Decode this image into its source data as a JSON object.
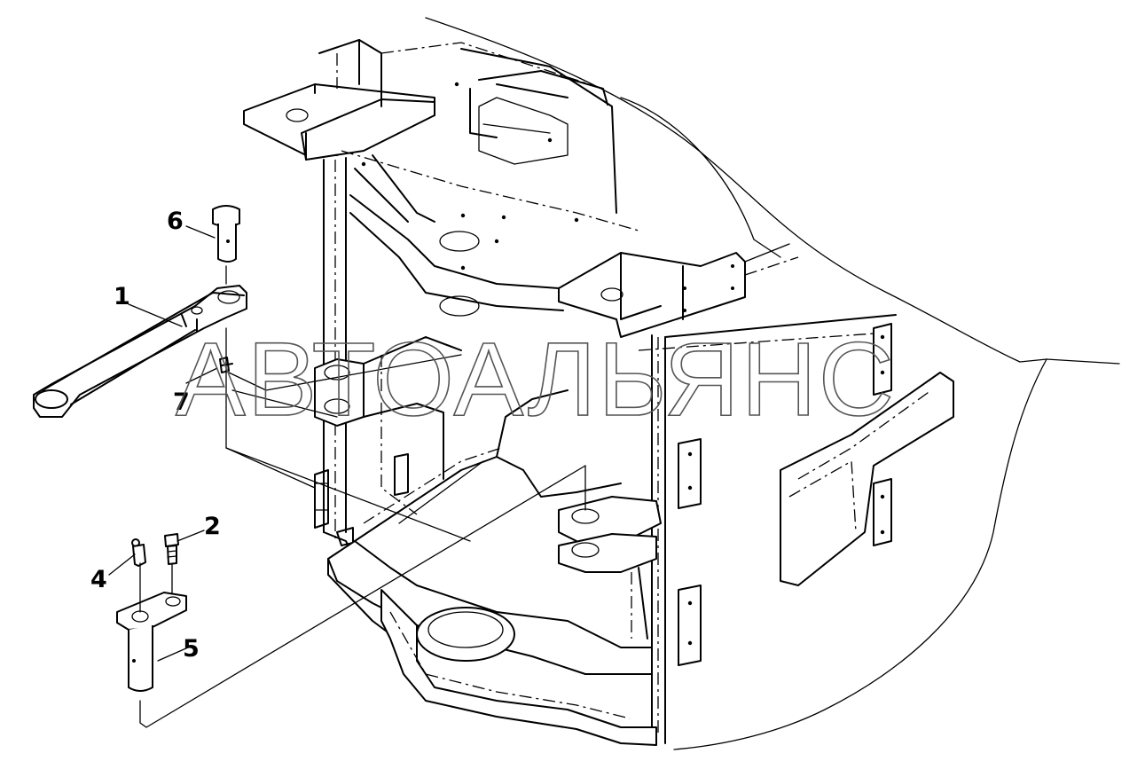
{
  "diagram": {
    "watermark": "АВТОАЛЬЯНС",
    "callouts": [
      {
        "id": "1",
        "label": "1"
      },
      {
        "id": "2",
        "label": "2"
      },
      {
        "id": "4",
        "label": "4"
      },
      {
        "id": "5",
        "label": "5"
      },
      {
        "id": "6",
        "label": "6"
      },
      {
        "id": "7",
        "label": "7"
      }
    ]
  }
}
